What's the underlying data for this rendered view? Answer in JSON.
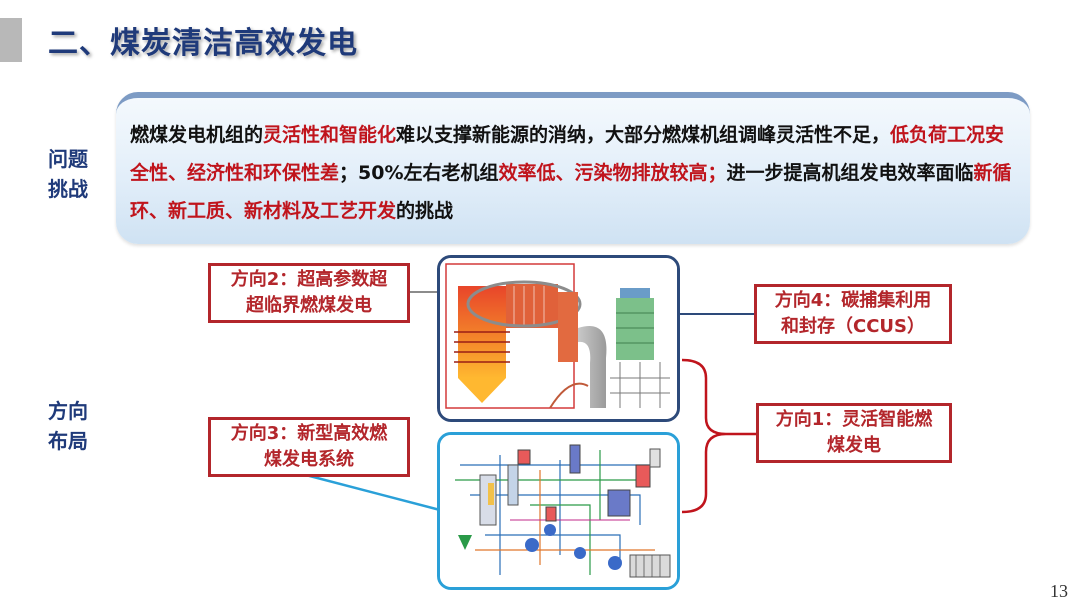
{
  "title": "二、煤炭清洁高效发电",
  "problem": {
    "label_line1": "问题",
    "label_line2": "挑战",
    "segments": [
      {
        "text": "燃煤发电机组的",
        "hl": false
      },
      {
        "text": "灵活性和智能化",
        "hl": true
      },
      {
        "text": "难以支撑新能源的消纳，大部分燃煤机组调峰灵活性不足，",
        "hl": false
      },
      {
        "text": "低负荷工况安全性、经济性和环保性差",
        "hl": true
      },
      {
        "text": "；50%左右老机组",
        "hl": false
      },
      {
        "text": "效率低、污染物排放较高；",
        "hl": true
      },
      {
        "text": "进一步提高机组发电效率面临",
        "hl": false
      },
      {
        "text": "新循环、新工质、新材料及工艺开发",
        "hl": true
      },
      {
        "text": "的挑战",
        "hl": false
      }
    ]
  },
  "layout": {
    "label_line1": "方向",
    "label_line2": "布局"
  },
  "directions": {
    "d2": {
      "line1": "方向2：超高参数超",
      "line2": "超临界燃煤发电"
    },
    "d3": {
      "line1": "方向3：新型高效燃",
      "line2": "煤发电系统"
    },
    "d4": {
      "line1": "方向4：碳捕集利用",
      "line2": "和封存（CCUS）"
    },
    "d1": {
      "line1": "方向1：灵活智能燃",
      "line2": "煤发电"
    }
  },
  "colors": {
    "title": "#1f3a7a",
    "highlight": "#c0141c",
    "box_border": "#b3262b",
    "frame_top": "#2d4a7a",
    "frame_bottom": "#2aa0d8"
  },
  "page_number": "13"
}
